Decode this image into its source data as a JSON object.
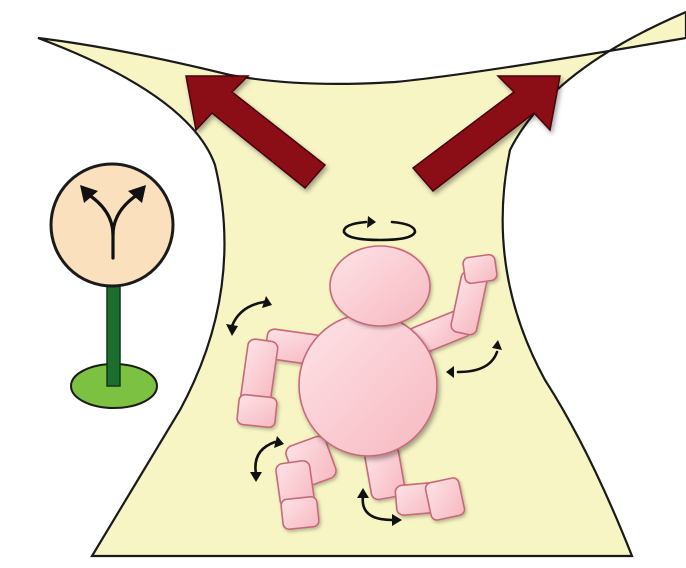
{
  "diagram": {
    "colors": {
      "path_fill": "#f7f5c4",
      "path_outline": "#1a1a1a",
      "arrow_fill": "#8b0d12",
      "arrow_outline": "#4a0508",
      "robot_fill": "#f7b8c0",
      "robot_highlight": "#fde3e7",
      "robot_outline": "#c66a79",
      "rotation_arrow": "#111111",
      "sign_face": "#fbe0bd",
      "sign_pole": "#1b6e2e",
      "sign_base": "#7cc142"
    },
    "icons": {
      "direction_arrows": "dark-red-direction-arrow",
      "junction_sign": "fork-arrow-icon",
      "joint_rotation": "curved-double-arrow-icon",
      "head_rotation": "circular-rotation-arrow-icon"
    },
    "elements": {
      "branches": 2,
      "joint_rotation_markers": 4,
      "limbs": 4
    }
  }
}
